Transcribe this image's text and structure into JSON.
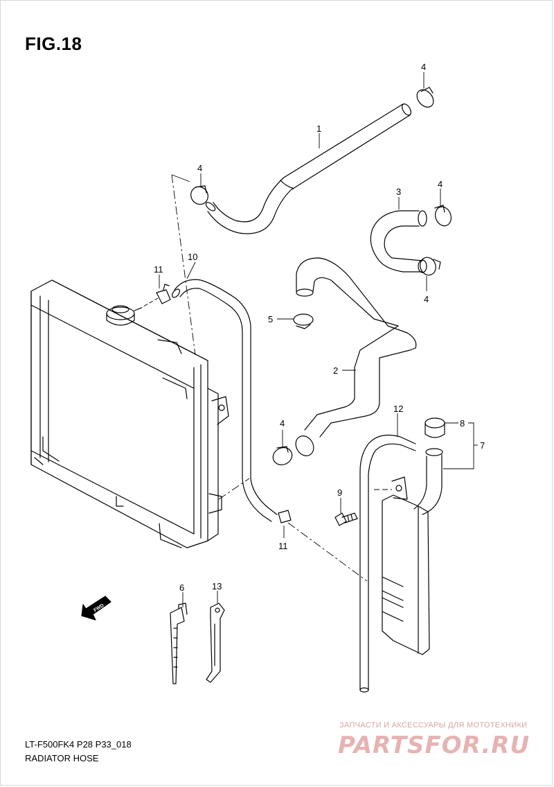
{
  "figure": {
    "title": "FIG.18",
    "model_code": "LT-F500FK4 P28 P33_018",
    "section_name": "RADIATOR HOSE"
  },
  "callouts": {
    "c1": "1",
    "c2": "2",
    "c3": "3",
    "c4a": "4",
    "c4b": "4",
    "c4c": "4",
    "c4d": "4",
    "c4e": "4",
    "c5": "5",
    "c6": "6",
    "c7": "7",
    "c8": "8",
    "c9": "9",
    "c10": "10",
    "c11a": "11",
    "c11b": "11",
    "c12": "12",
    "c13": "13"
  },
  "fwd_marker": {
    "label": "FWD"
  },
  "watermark": {
    "caption": "ЗАПЧАСТИ И АКСЕССУАРЫ ДЛЯ МОТОТЕХНИКИ",
    "logo": "PARTSFOR.RU"
  }
}
